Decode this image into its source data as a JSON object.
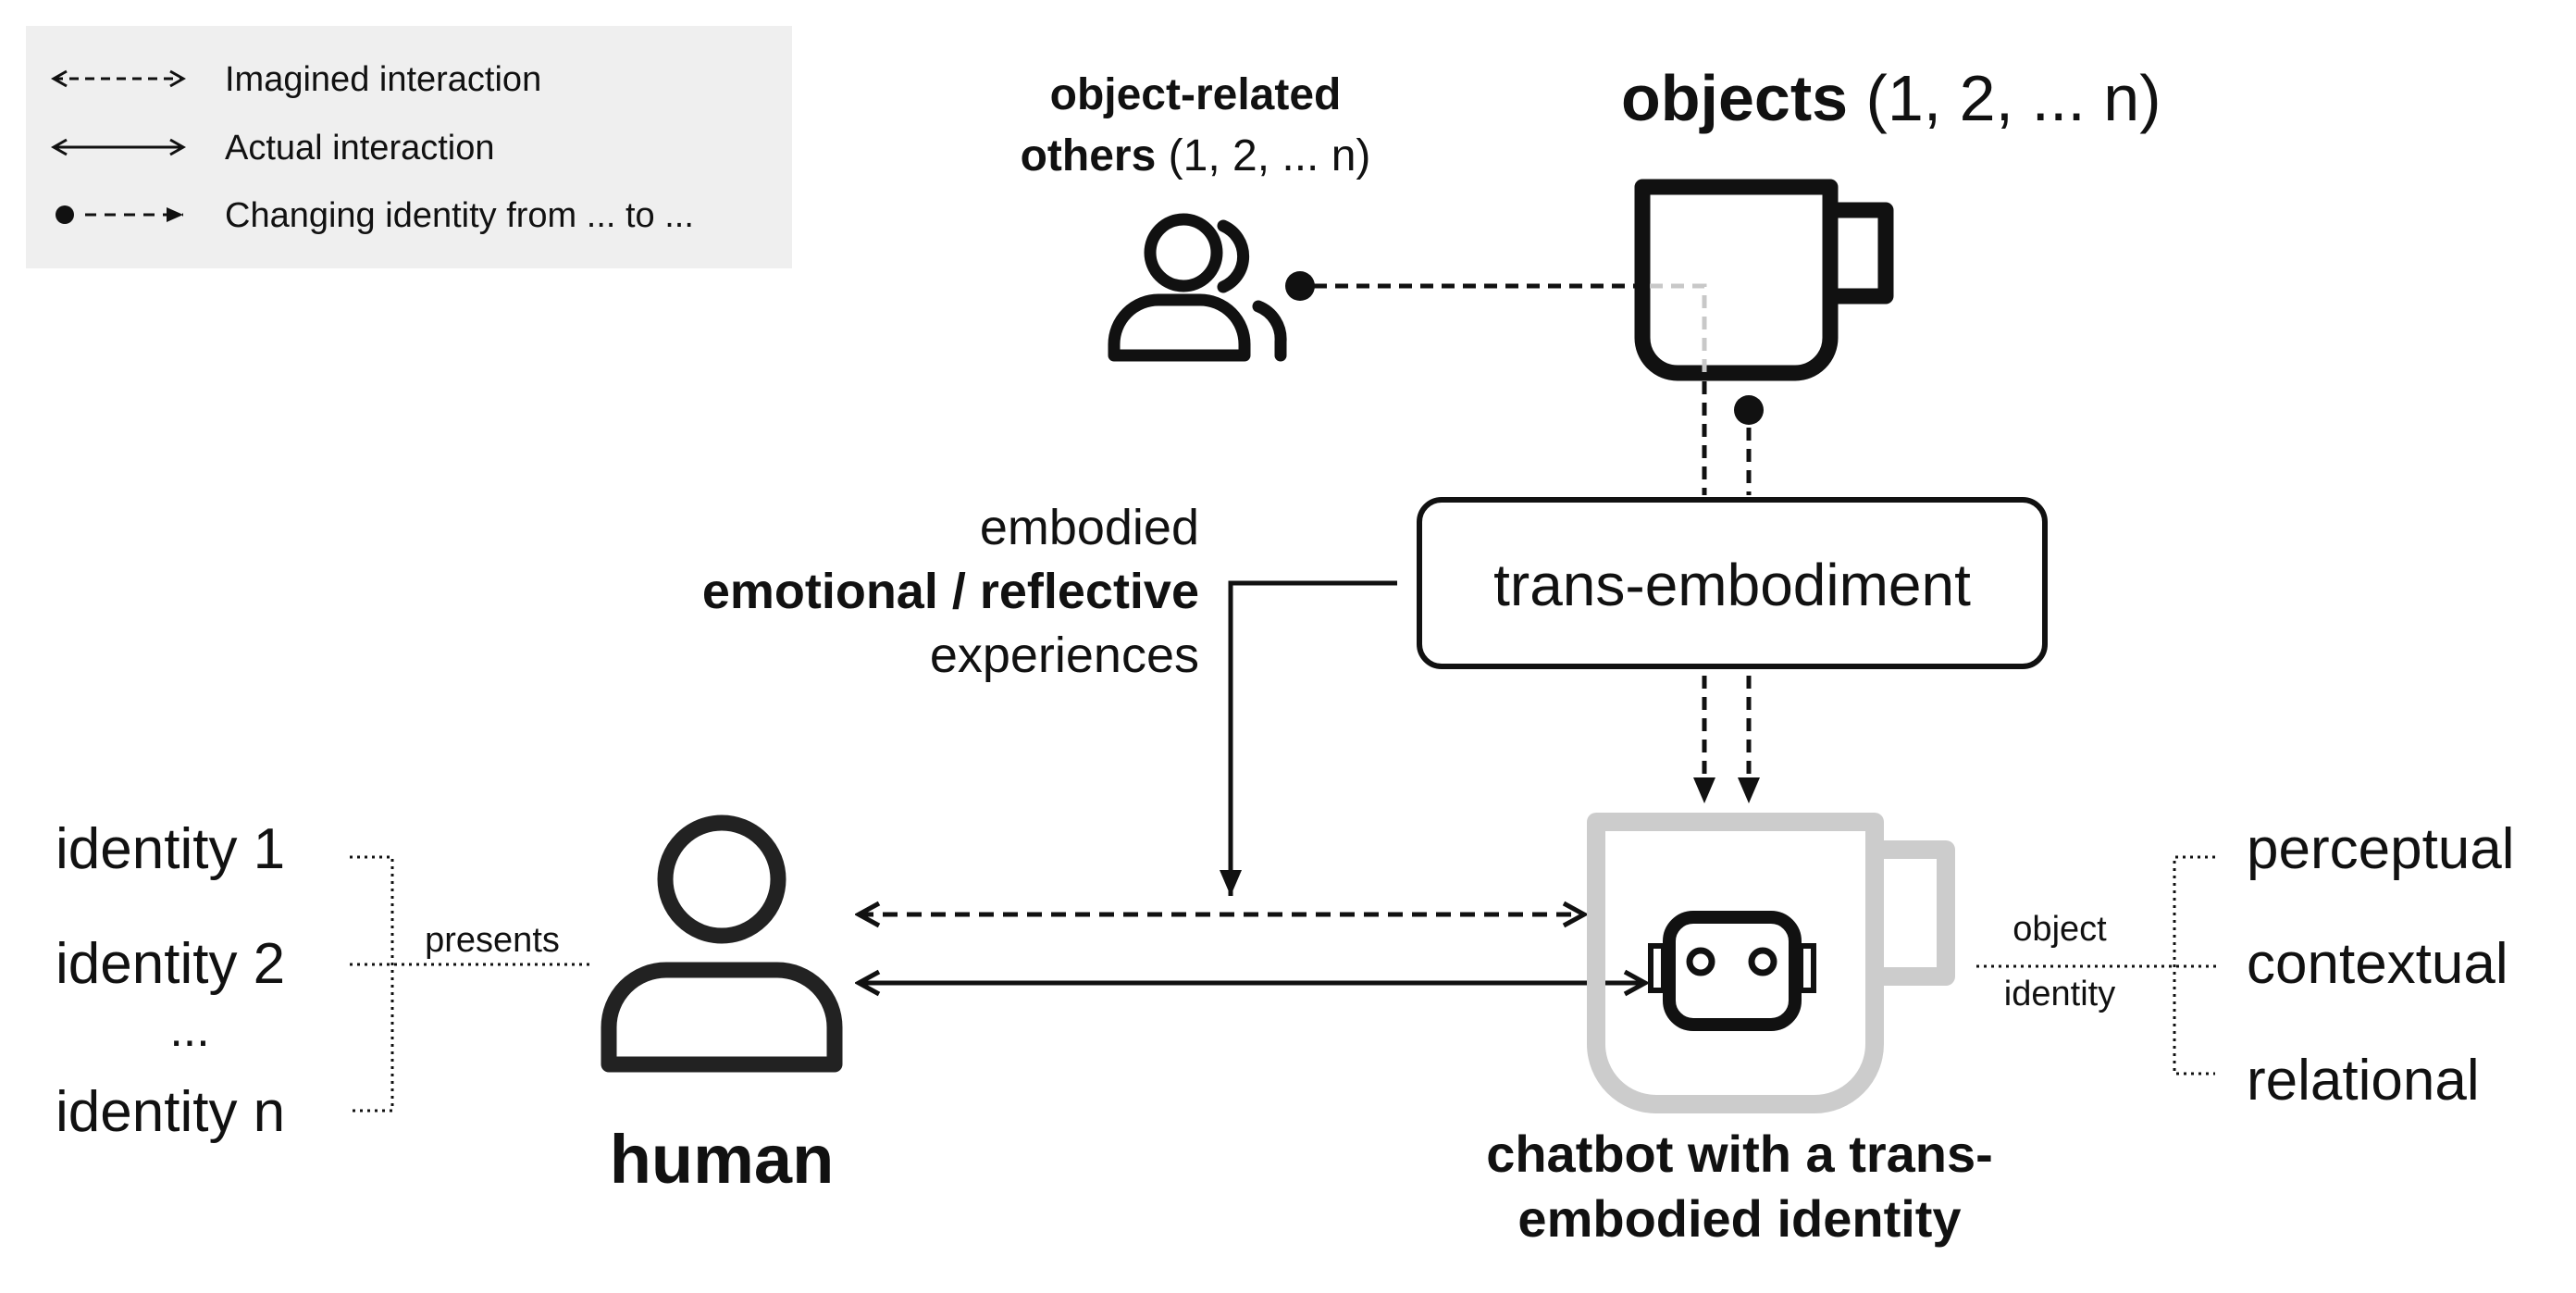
{
  "legend": {
    "imagined": "Imagined interaction",
    "actual": "Actual interaction",
    "changing": "Changing identity from ... to ..."
  },
  "objects": {
    "title_bold": "objects",
    "title_rest": " (1, 2, ... n)"
  },
  "others": {
    "line1": "object-related",
    "line2_bold": "others",
    "line2_rest": " (1, 2, ... n)"
  },
  "trans_embodiment": "trans-embodiment",
  "experiences": {
    "line1": "embodied",
    "line2": "emotional / reflective",
    "line3": "experiences"
  },
  "identities": [
    "identity 1",
    "identity 2",
    "...",
    "identity n"
  ],
  "presents": "presents",
  "human": "human",
  "chatbot": {
    "line1": "chatbot with a trans-",
    "line2": "embodied identity"
  },
  "object_identity": {
    "line1": "object",
    "line2": "identity"
  },
  "identity_types": [
    "perceptual",
    "contextual",
    "relational"
  ],
  "colors": {
    "ink": "#111111",
    "legend_bg": "#efefef",
    "faded_mug": "#cccccc"
  }
}
